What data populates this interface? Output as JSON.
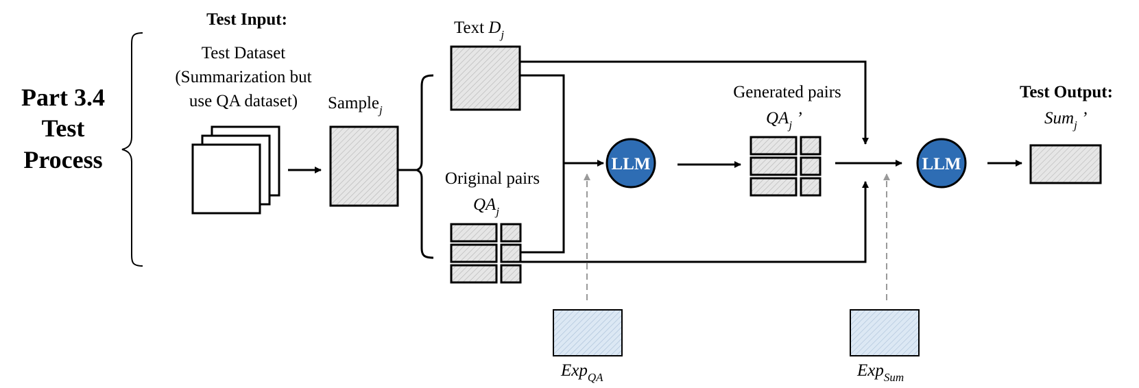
{
  "part": {
    "line1": "Part 3.4",
    "line2": "Test",
    "line3": "Process"
  },
  "test_input": {
    "heading": "Test Input:",
    "dataset_line1": "Test Dataset",
    "dataset_line2": "(Summarization but",
    "dataset_line3": "use QA dataset)"
  },
  "sample": {
    "label": "Sample",
    "sub": "j"
  },
  "text": {
    "label": "Text ",
    "var": "D",
    "sub": "j"
  },
  "original": {
    "label": "Original pairs",
    "var": "QA",
    "sub": "j"
  },
  "generated": {
    "label": "Generated pairs",
    "var": "QA",
    "sub": "j",
    "suffix": " ’"
  },
  "llm1": {
    "label": "LLM"
  },
  "llm2": {
    "label": "LLM"
  },
  "test_output": {
    "heading": "Test Output:",
    "var": "Sum",
    "sub": "j",
    "suffix": " ’"
  },
  "exp_qa": {
    "var": "Exp",
    "sub": "QA"
  },
  "exp_sum": {
    "var": "Exp",
    "sub": "Sum"
  },
  "colors": {
    "llm_fill": "#2e6db4",
    "box_fill": "#e6e6e6",
    "exp_fill": "#dce8f4",
    "dashed": "#999999",
    "line": "#000000"
  }
}
